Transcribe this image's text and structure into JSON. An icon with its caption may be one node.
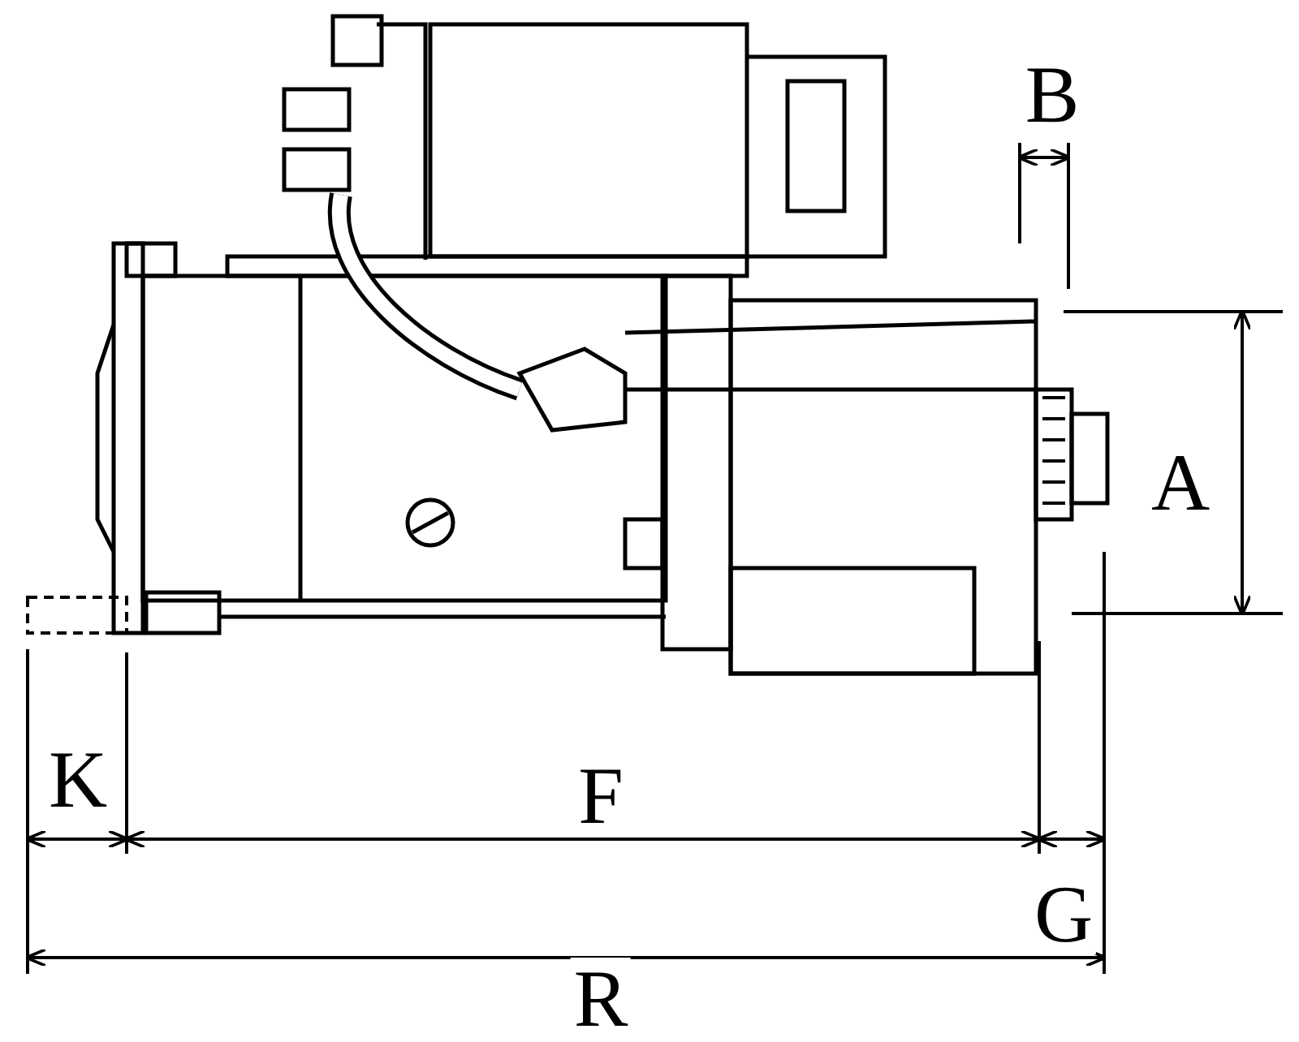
{
  "diagram": {
    "labels": [
      "B",
      "A",
      "K",
      "F",
      "G",
      "R"
    ]
  }
}
